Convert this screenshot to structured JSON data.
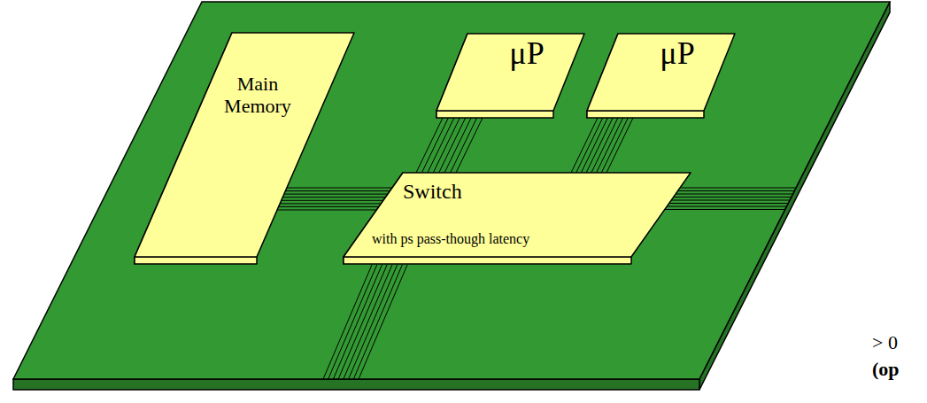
{
  "diagram": {
    "nodes": [
      {
        "text": [
          "Main Memory"
        ]
      },
      {
        "text": [
          "μP"
        ]
      },
      {
        "text": [
          "μP"
        ]
      },
      {
        "text": [
          "Switch",
          "with ps pass-though latency"
        ]
      }
    ],
    "edges": [
      {
        "from": 1,
        "to": 3,
        "arrow": "none"
      },
      {
        "from": 2,
        "to": 3,
        "arrow": "none"
      },
      {
        "from": 0,
        "to": 3,
        "arrow": "none"
      }
    ],
    "labels": [
      "> 0",
      "(op"
    ]
  }
}
